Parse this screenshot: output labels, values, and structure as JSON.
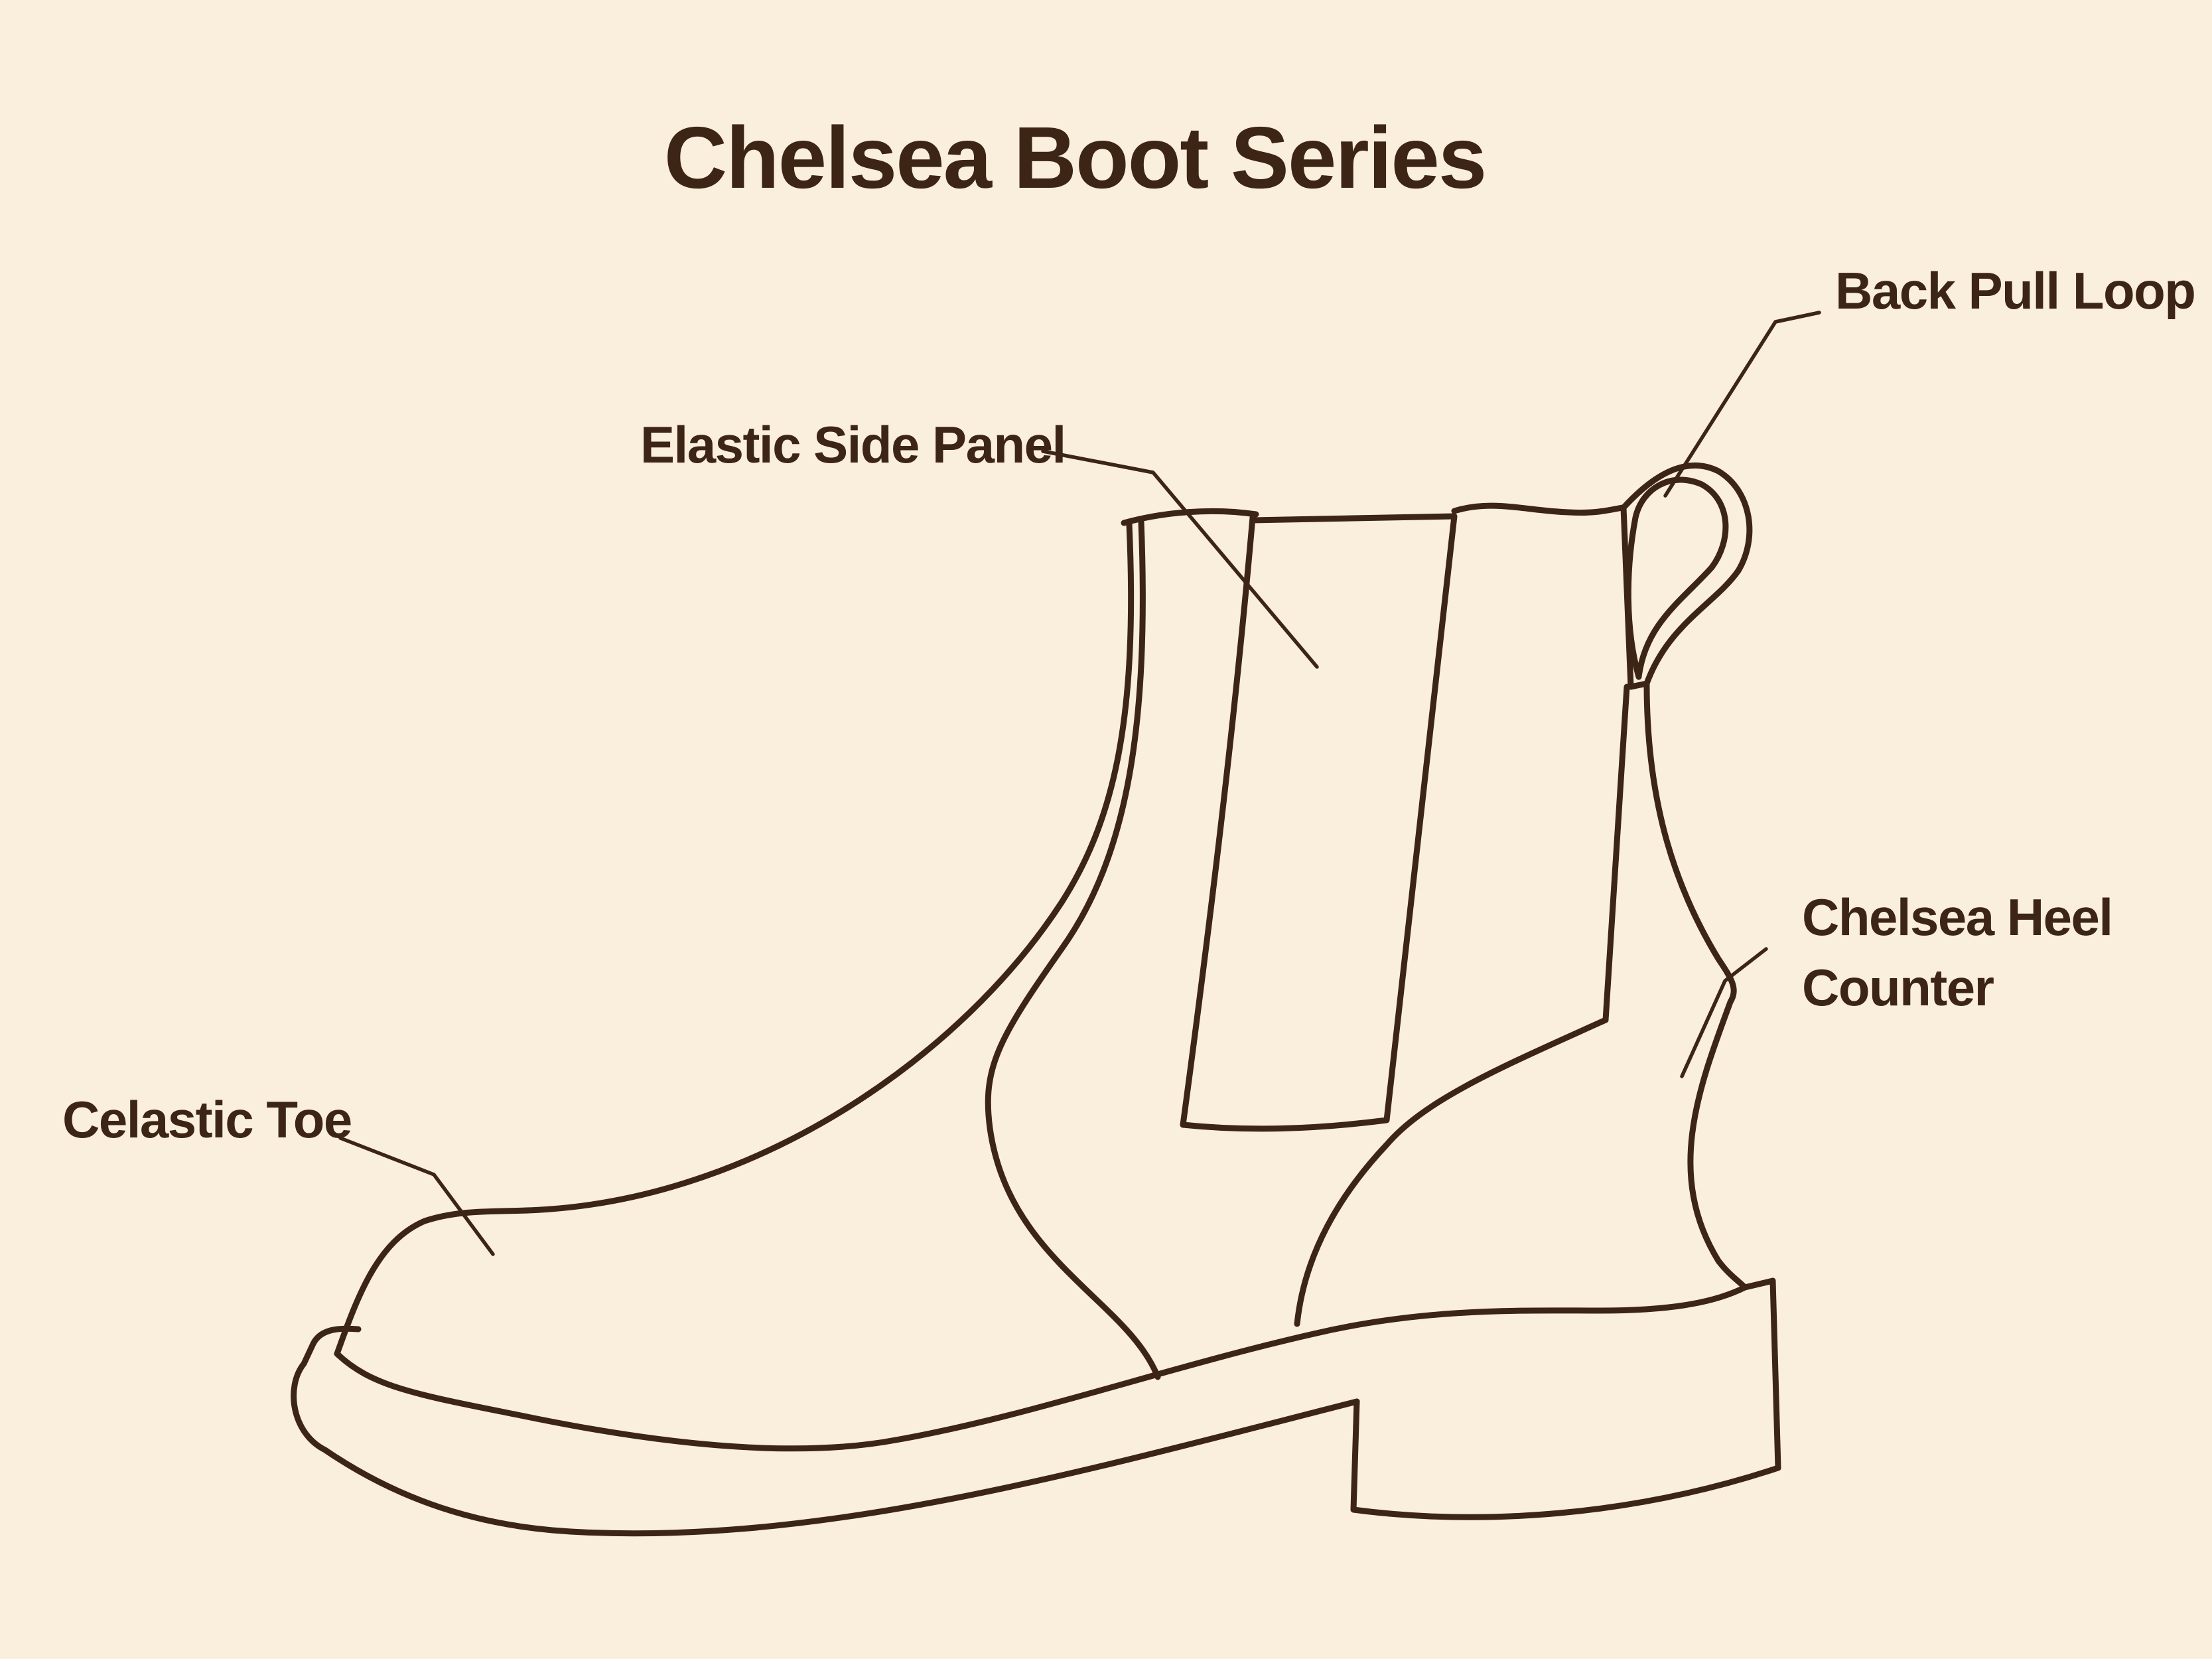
{
  "title": "Chelsea Boot Series",
  "labels": {
    "back_pull_loop": "Back Pull Loop",
    "elastic_side_panel": "Elastic Side Panel",
    "chelsea_heel_counter_line1": "Chelsea Heel",
    "chelsea_heel_counter_line2": "Counter",
    "celastic_toe": "Celastic Toe"
  },
  "colors": {
    "background": "#faeedc",
    "ink": "#3d2516"
  }
}
